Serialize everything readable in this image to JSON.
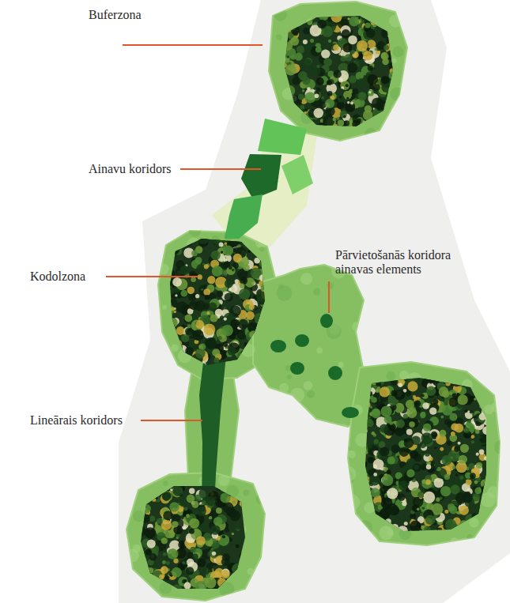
{
  "diagram": {
    "labels": [
      "Buferzona",
      "Ainavu koridors",
      "Kodolzona",
      "Pārvietošanās koridora ainavas elements",
      "Lineārais koridors"
    ]
  }
}
